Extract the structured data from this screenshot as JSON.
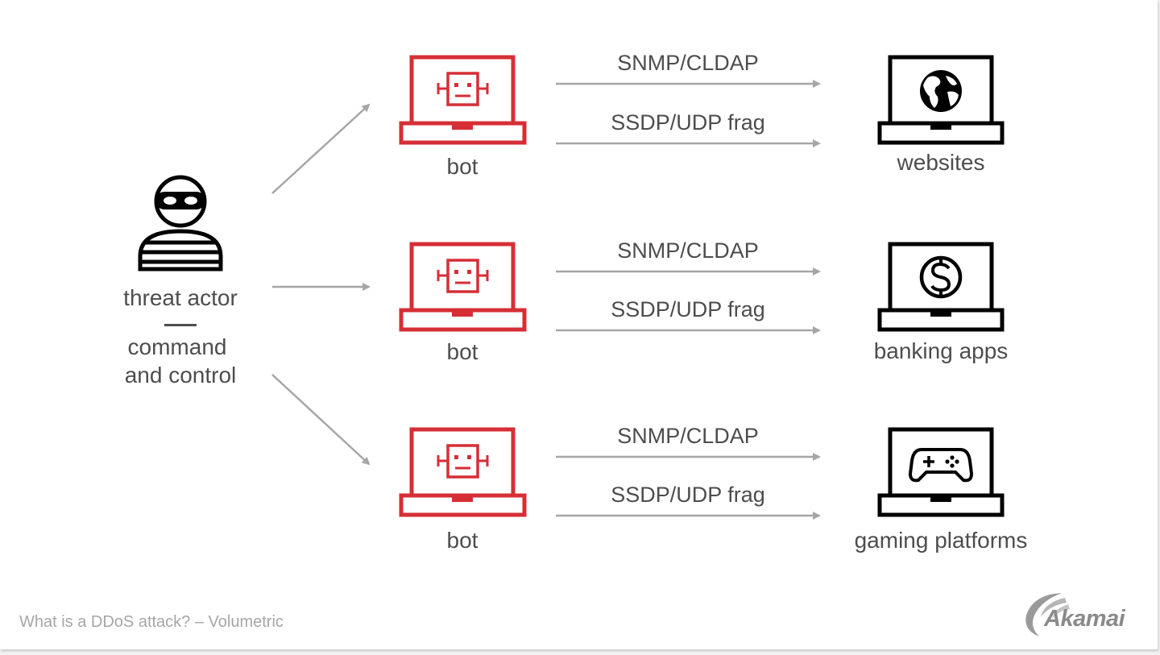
{
  "colors": {
    "bot": "#d62e35",
    "target": "#000000",
    "actor": "#000000",
    "arrow": "#a6a6a6",
    "text": "#4d4d4f",
    "footer": "#a6a6a6"
  },
  "actor": {
    "icon": "masked-person-icon",
    "label_line1": "threat actor",
    "label_line2": "command",
    "label_line3": "and control"
  },
  "bots": [
    {
      "label": "bot",
      "icon": "robot-laptop-icon"
    },
    {
      "label": "bot",
      "icon": "robot-laptop-icon"
    },
    {
      "label": "bot",
      "icon": "robot-laptop-icon"
    }
  ],
  "protocols": {
    "first": "SNMP/CLDAP",
    "second": "SSDP/UDP frag"
  },
  "targets": [
    {
      "label": "websites",
      "icon": "globe-icon"
    },
    {
      "label": "banking apps",
      "icon": "dollar-icon"
    },
    {
      "label": "gaming platforms",
      "icon": "gamepad-icon"
    }
  ],
  "footer": {
    "caption": "What is a DDoS attack? – Volumetric",
    "brand": "Akamai"
  }
}
